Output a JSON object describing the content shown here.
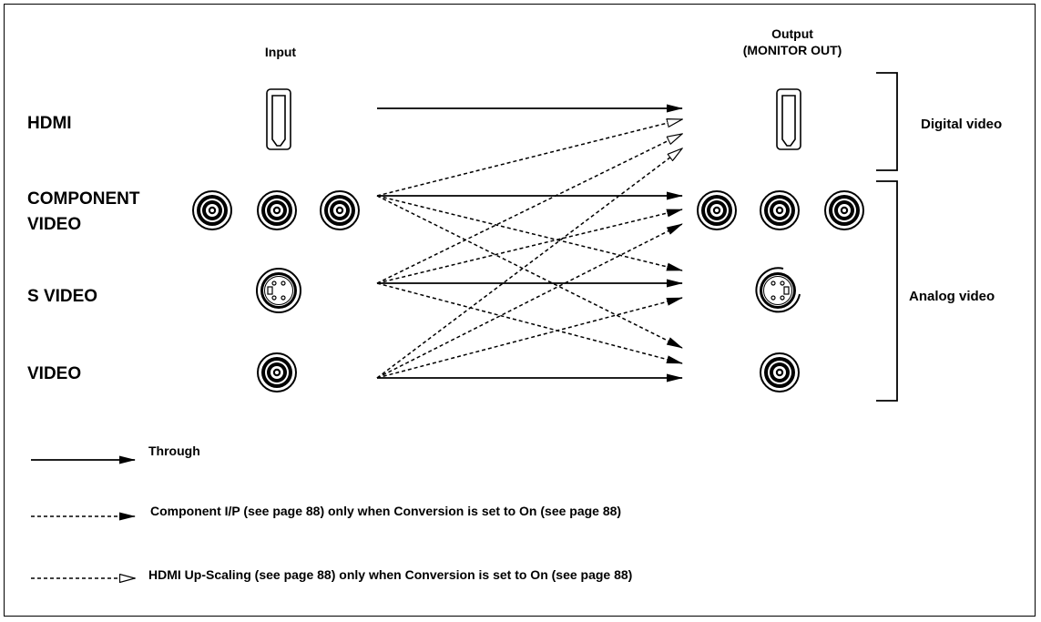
{
  "header": {
    "input_label": "Input",
    "output_label_line1": "Output",
    "output_label_line2": "(MONITOR OUT)"
  },
  "rows": {
    "hdmi": "HDMI",
    "component_line1": "COMPONENT",
    "component_line2": "VIDEO",
    "svideo": "S VIDEO",
    "video": "VIDEO"
  },
  "groups": {
    "digital": "Digital video",
    "analog": "Analog video"
  },
  "legend": {
    "through": "Through",
    "component_ip": "Component I/P (see page 88) only when Conversion is set to On (see page 88)",
    "hdmi_upscaling": "HDMI Up-Scaling (see page 88) only when Conversion is set to On (see page 88)"
  },
  "connections": [
    {
      "from": "HDMI",
      "to": "HDMI",
      "type": "Through"
    },
    {
      "from": "COMPONENT VIDEO",
      "to": "COMPONENT VIDEO",
      "type": "Through"
    },
    {
      "from": "S VIDEO",
      "to": "S VIDEO",
      "type": "Through"
    },
    {
      "from": "VIDEO",
      "to": "VIDEO",
      "type": "Through"
    },
    {
      "from": "COMPONENT VIDEO",
      "to": "HDMI",
      "type": "HDMI Up-Scaling"
    },
    {
      "from": "S VIDEO",
      "to": "HDMI",
      "type": "HDMI Up-Scaling"
    },
    {
      "from": "VIDEO",
      "to": "HDMI",
      "type": "HDMI Up-Scaling"
    },
    {
      "from": "S VIDEO",
      "to": "COMPONENT VIDEO",
      "type": "Component I/P"
    },
    {
      "from": "VIDEO",
      "to": "COMPONENT VIDEO",
      "type": "Component I/P"
    },
    {
      "from": "COMPONENT VIDEO",
      "to": "S VIDEO",
      "type": "Component I/P"
    },
    {
      "from": "VIDEO",
      "to": "S VIDEO",
      "type": "Component I/P"
    },
    {
      "from": "COMPONENT VIDEO",
      "to": "VIDEO",
      "type": "Component I/P"
    },
    {
      "from": "S VIDEO",
      "to": "VIDEO",
      "type": "Component I/P"
    }
  ]
}
